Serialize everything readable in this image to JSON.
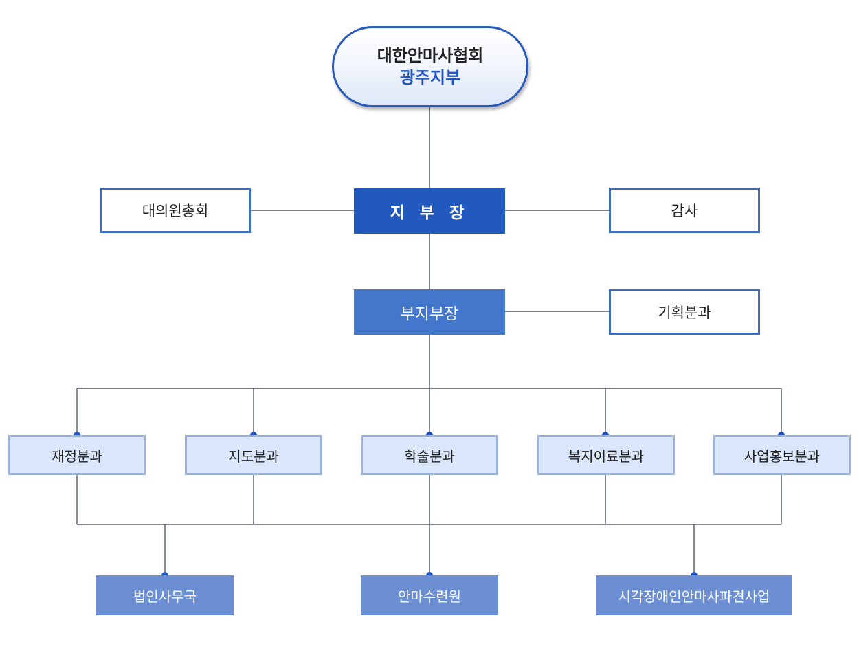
{
  "root": {
    "line1": "대한안마사협회",
    "line2": "광주지부"
  },
  "chief": "지 부 장",
  "left_side": "대의원총회",
  "right_side": "감사",
  "vice": "부지부장",
  "vice_side": "기획분과",
  "divisions": [
    "재정분과",
    "지도분과",
    "학술분과",
    "복지이료분과",
    "사업홍보분과"
  ],
  "units": [
    "법인사무국",
    "안마수련원",
    "시각장애인안마사파견사업"
  ],
  "colors": {
    "root_border": "#2a5aba",
    "chief_fill": "#2159be",
    "vice_fill": "#4377cb",
    "division_fill": "#dae6fa",
    "division_border": "#9db2d8",
    "unit_fill": "#6b8fd2",
    "line": "#333c4a",
    "dot": "#1f57be"
  }
}
